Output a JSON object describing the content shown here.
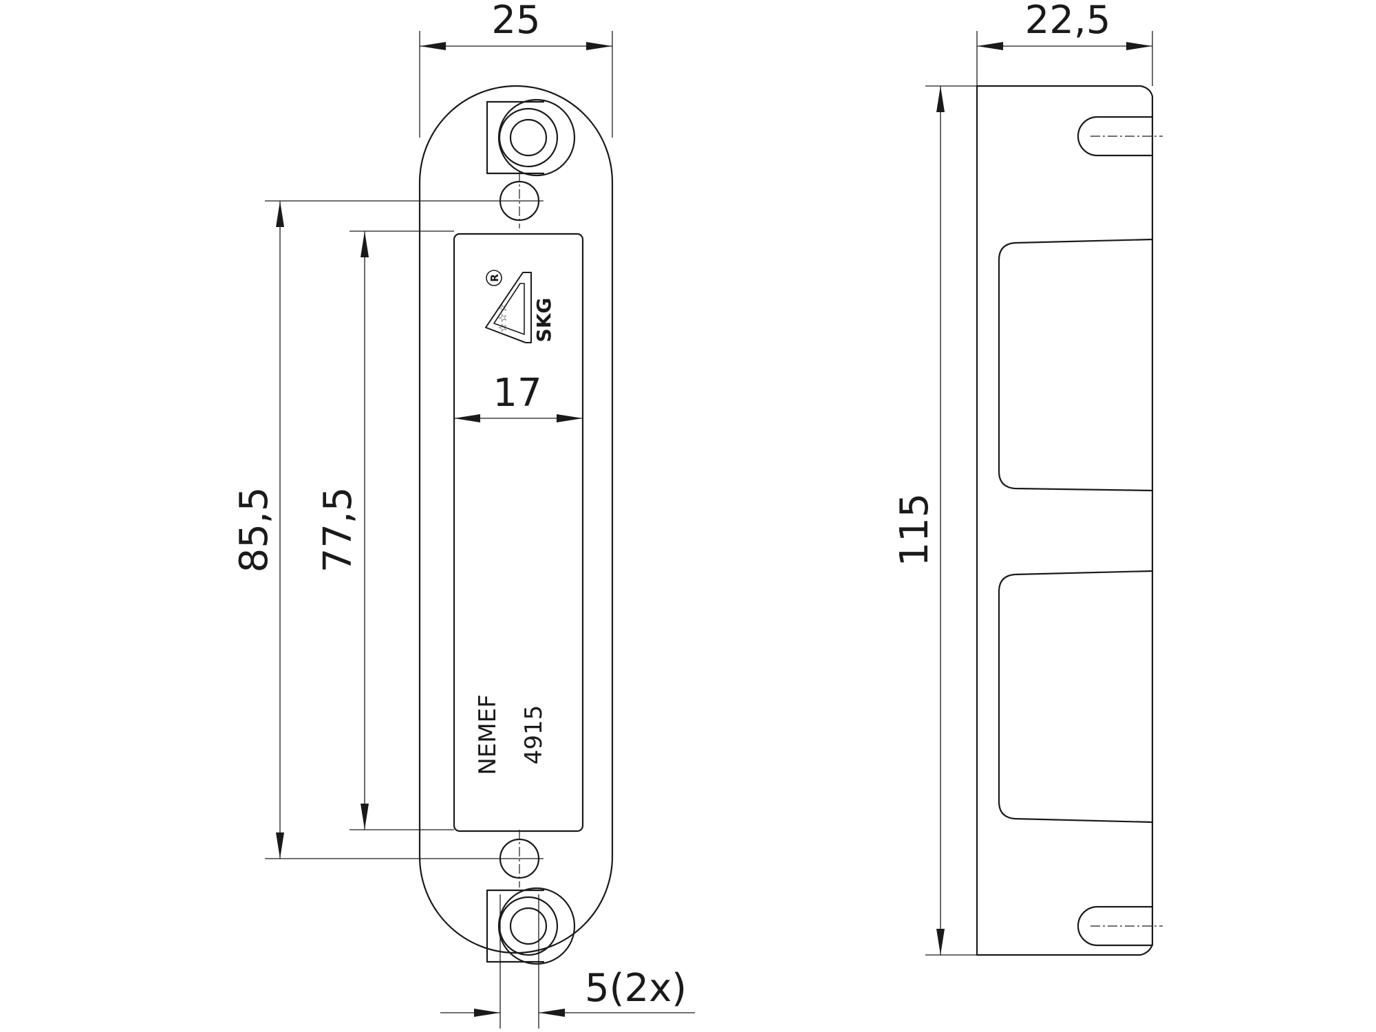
{
  "dimensions": {
    "front_width": "25",
    "side_width": "22,5",
    "hole_spacing": "85,5",
    "opening_height": "77,5",
    "opening_width": "17",
    "total_height": "115",
    "hole_diameter": "5(2x)"
  },
  "plate_marking": {
    "brand": "NEMEF",
    "model": "4915"
  },
  "certification_logo": {
    "text": "SKG",
    "registered_mark": "R",
    "icon": "skg-keyring-shield-icon"
  }
}
